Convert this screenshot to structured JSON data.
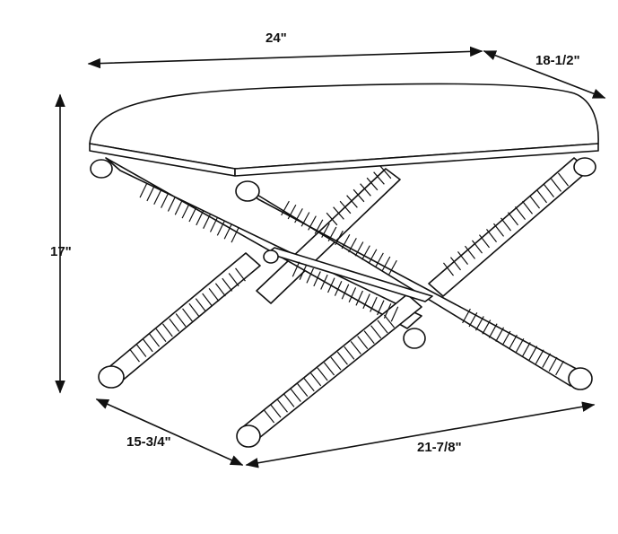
{
  "diagram": {
    "dimensions": {
      "overall_width": "24\"",
      "overall_depth": "18-1/2\"",
      "overall_height": "17\"",
      "base_depth": "15-3/4\"",
      "base_width": "21-7/8\""
    },
    "line_color": "#111111",
    "background_color": "#ffffff"
  }
}
